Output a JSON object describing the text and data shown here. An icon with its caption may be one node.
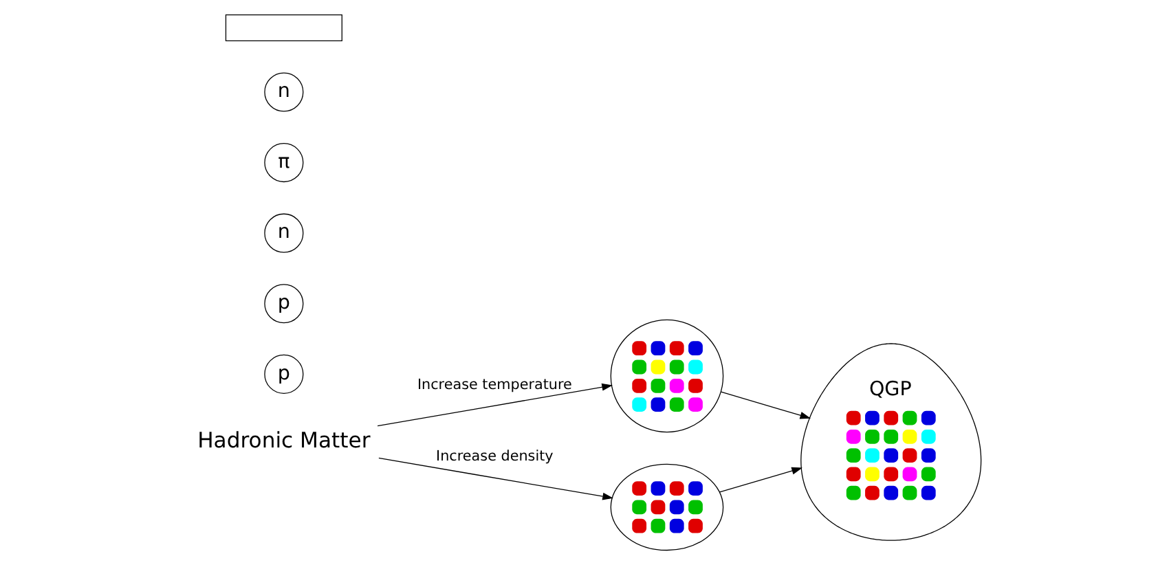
{
  "diagram": {
    "nodes": [
      {
        "text": [
          "Hadronic Matter"
        ]
      },
      {
        "text": [
          "p"
        ]
      },
      {
        "text": [
          "p"
        ]
      },
      {
        "text": [
          "n"
        ]
      },
      {
        "text": [
          "π"
        ]
      },
      {
        "text": [
          "n"
        ]
      },
      {
        "text": [],
        "shape": "picture"
      },
      {
        "text": [
          "QGP"
        ]
      },
      {
        "text": [],
        "shape": "picture"
      },
      {
        "text": [],
        "shape": "box"
      }
    ],
    "edges": [
      {
        "from": 0,
        "to": 6,
        "arrow": "to",
        "label": "Increase temperature"
      },
      {
        "from": 0,
        "to": 8,
        "arrow": "to",
        "label": "Increase density"
      },
      {
        "from": 6,
        "to": 7,
        "arrow": "to"
      },
      {
        "from": 8,
        "to": 7,
        "arrow": "to"
      }
    ]
  }
}
